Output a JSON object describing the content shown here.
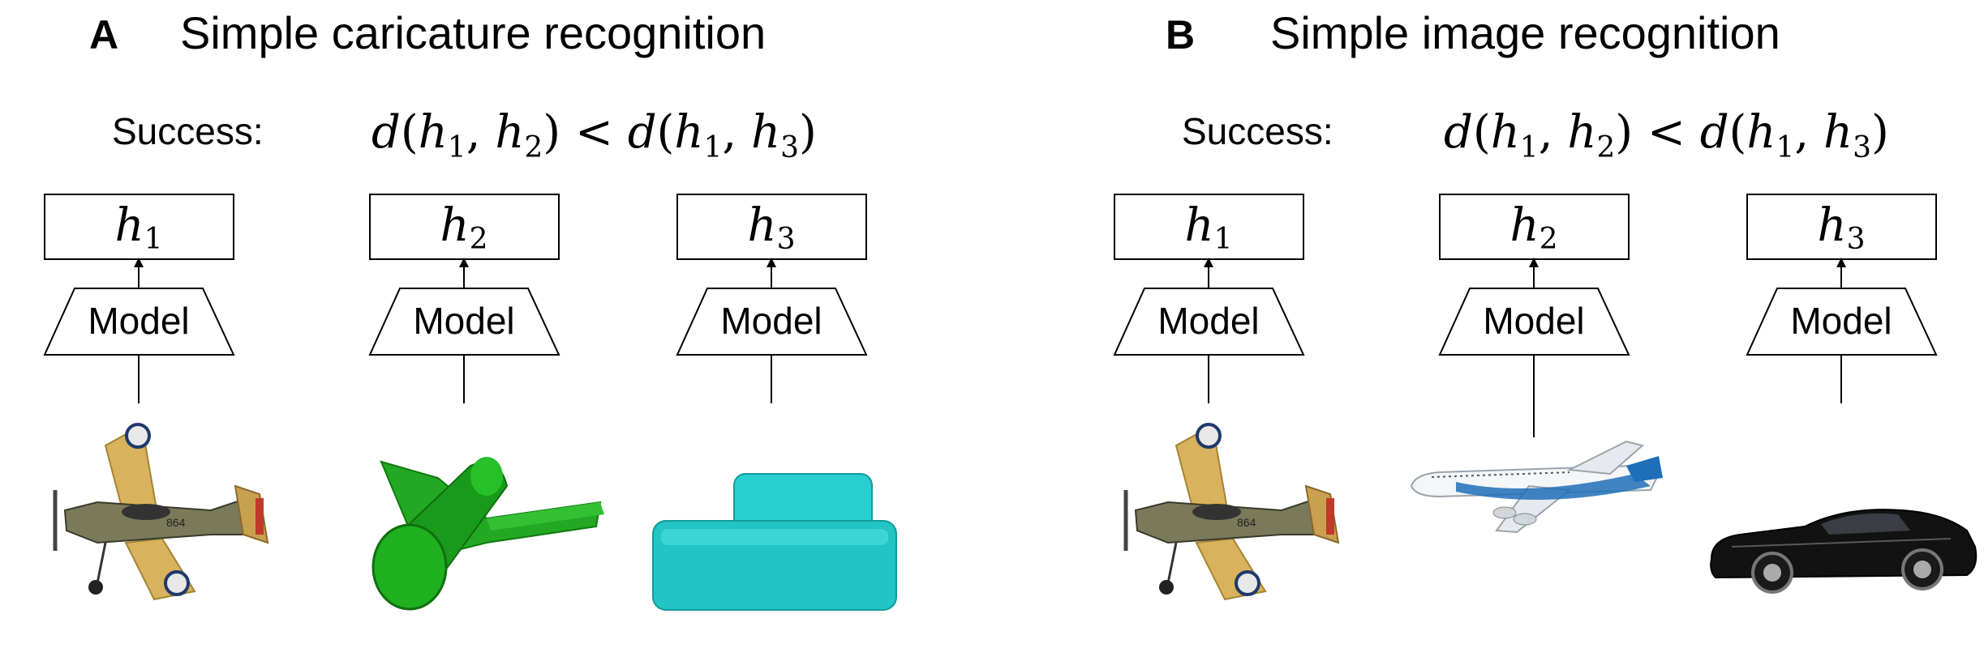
{
  "panels": [
    {
      "letter": "A",
      "title": "Simple caricature recognition",
      "success_label": "Success:",
      "formula": {
        "d1": "d",
        "h1a": "h",
        "s1a": "1",
        "h2": "h",
        "s2": "2",
        "lt": "<",
        "d2": "d",
        "h1b": "h",
        "s1b": "1",
        "h3": "h",
        "s3": "3"
      },
      "columns": [
        {
          "output": "h",
          "sub": "1",
          "model": "Model",
          "image": "biplane"
        },
        {
          "output": "h",
          "sub": "2",
          "model": "Model",
          "image": "green-airplane-caricature"
        },
        {
          "output": "h",
          "sub": "3",
          "model": "Model",
          "image": "cyan-car-caricature"
        }
      ]
    },
    {
      "letter": "B",
      "title": "Simple image recognition",
      "success_label": "Success:",
      "formula": {
        "d1": "d",
        "h1a": "h",
        "s1a": "1",
        "h2": "h",
        "s2": "2",
        "lt": "<",
        "d2": "d",
        "h1b": "h",
        "s1b": "1",
        "h3": "h",
        "s3": "3"
      },
      "columns": [
        {
          "output": "h",
          "sub": "1",
          "model": "Model",
          "image": "biplane"
        },
        {
          "output": "h",
          "sub": "2",
          "model": "Model",
          "image": "jet-airliner"
        },
        {
          "output": "h",
          "sub": "3",
          "model": "Model",
          "image": "black-sports-car"
        }
      ]
    }
  ],
  "colors": {
    "stroke": "#000000",
    "caricature_green": "#1fa61f",
    "caricature_cyan": "#22c7c9",
    "biplane_wing": "#d8b25c",
    "airliner_blue": "#1e6fb8",
    "car_black": "#111111"
  }
}
